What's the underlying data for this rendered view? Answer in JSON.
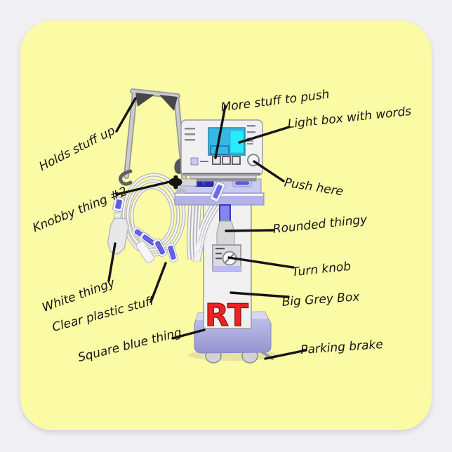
{
  "sticker": {
    "kind": "square sticker with humorous labeled ventilator diagram",
    "colors": {
      "background": "#f0f0f3",
      "sticker_yellow": "#fbfaa5",
      "monogram_red": "#ee2222",
      "screen_teal": "#38b7e2",
      "screen_cyan": "#2ae9fb",
      "machine_lavender": "#b3b3e6"
    },
    "monogram": "RT",
    "labels": [
      {
        "text": "Holds stuff up"
      },
      {
        "text": "Knobby thing #2"
      },
      {
        "text": "White thingy"
      },
      {
        "text": "Clear plastic stuff"
      },
      {
        "text": "Square blue thing"
      },
      {
        "text": "More stuff to push"
      },
      {
        "text": "Light box with words"
      },
      {
        "text": "Push here"
      },
      {
        "text": "Rounded thingy"
      },
      {
        "text": "Turn knob"
      },
      {
        "text": "Big Grey Box"
      },
      {
        "text": "Parking brake"
      }
    ]
  }
}
